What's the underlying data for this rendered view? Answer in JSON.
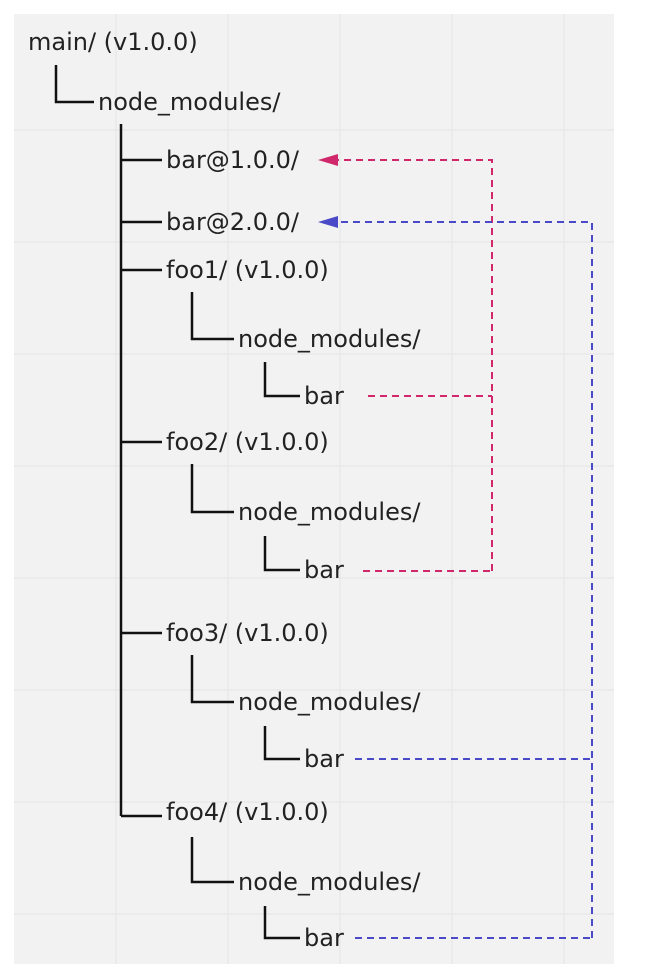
{
  "colors": {
    "background": "#f2f2f2",
    "grid": "#e4e4e4",
    "tree_line": "#111111",
    "text": "#222222",
    "link_v1": "#d0286a",
    "link_v2": "#4a4ac8"
  },
  "root": {
    "label": "main/ (v1.0.0)"
  },
  "top_modules": {
    "label": "node_modules/"
  },
  "bar_v1": {
    "label": "bar@1.0.0/"
  },
  "bar_v2": {
    "label": "bar@2.0.0/"
  },
  "foo1": {
    "label": "foo1/ (v1.0.0)",
    "modules_label": "node_modules/",
    "bar_label": "bar",
    "links_to": "bar@1.0.0/"
  },
  "foo2": {
    "label": "foo2/ (v1.0.0)",
    "modules_label": "node_modules/",
    "bar_label": "bar",
    "links_to": "bar@1.0.0/"
  },
  "foo3": {
    "label": "foo3/ (v1.0.0)",
    "modules_label": "node_modules/",
    "bar_label": "bar",
    "links_to": "bar@2.0.0/"
  },
  "foo4": {
    "label": "foo4/ (v1.0.0)",
    "modules_label": "node_modules/",
    "bar_label": "bar",
    "links_to": "bar@2.0.0/"
  }
}
